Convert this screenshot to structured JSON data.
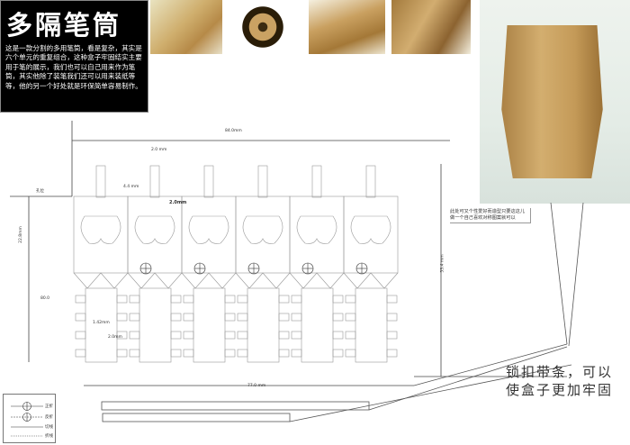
{
  "title": "多隔笔筒",
  "description": "这是一款分割的多用笔筒，看是复杂，其实是六个单元的重复组合，这种盒子牢固结实主要用于笔的展示，我们也可以自己用来作为笔筒，其实他除了装笔我们还可以用来装纸等等，他的另一个好处就是环保简单容易制作。",
  "photos": [
    "photo-detail-1",
    "photo-top-view",
    "photo-detail-2",
    "photo-detail-3",
    "photo-assembled-box"
  ],
  "dimensions": {
    "overall_width": "84.0mm",
    "tab_width": "2.0 mm",
    "spacing": "4.4 mm",
    "hole": "2.0mm",
    "height_left": "22.8mm",
    "angle": "80.0",
    "slot_width": "1.42mm",
    "slot_gap": "2.0mm",
    "bottom_width": "77.0 mm",
    "height_right": "53.4 mm",
    "side_label": "孔位"
  },
  "annotation": "此处可又个性爱好而造型只要这这儿做一个自己喜欢对称图案就可以",
  "strip_note": "锁扣带条，可以使盒子更加牢固",
  "legend": {
    "items": [
      "正折",
      "反折",
      "切线",
      "折线"
    ]
  }
}
